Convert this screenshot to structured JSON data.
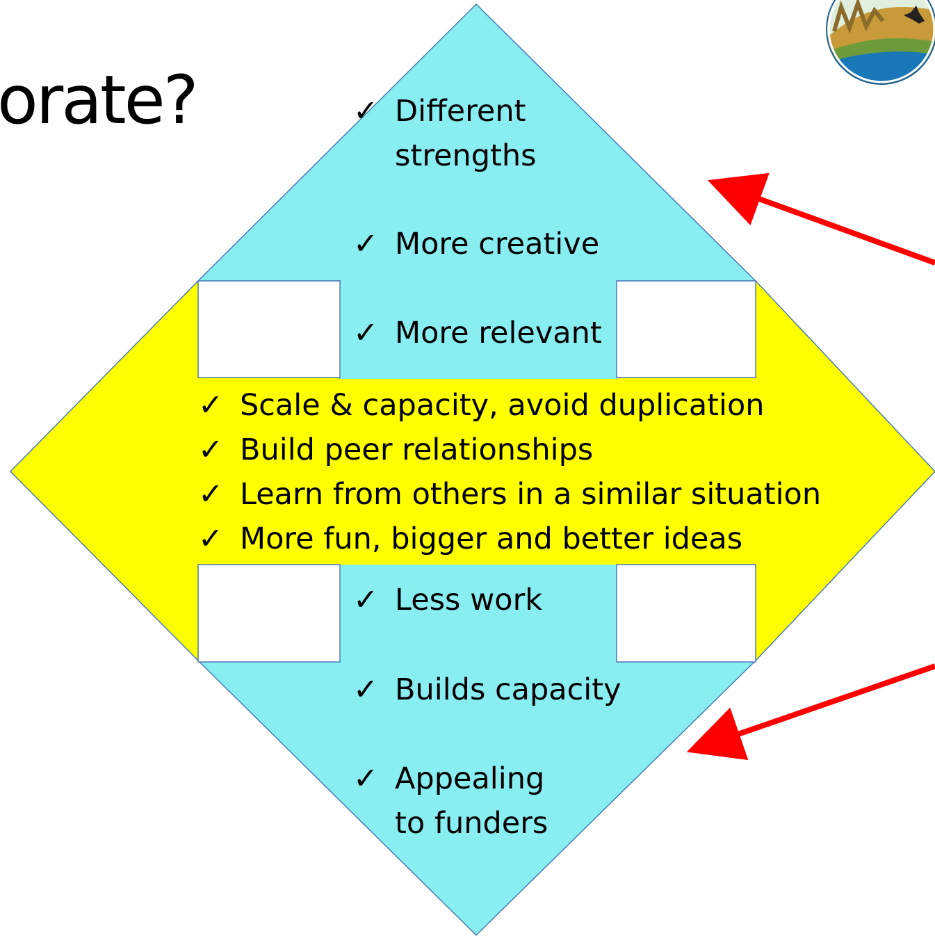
{
  "title": "orate?",
  "check_mark": "✓",
  "top_benefits": [
    {
      "text": "Different strengths"
    },
    {
      "text": "More creative"
    },
    {
      "text": "More relevant"
    }
  ],
  "middle_benefits": [
    {
      "text": "Scale & capacity, avoid duplication"
    },
    {
      "text": "Build peer relationships"
    },
    {
      "text": "Learn from others in a similar situation"
    },
    {
      "text": "More fun, bigger and better ideas"
    }
  ],
  "bottom_benefits": [
    {
      "text": "Less work"
    },
    {
      "text": "Builds capacity"
    },
    {
      "text": "Appealing to funders"
    }
  ],
  "colors": {
    "cyan": "#88eef2",
    "yellow": "#ffff00",
    "arrow": "#ff0000",
    "outline": "#4a7ab5"
  },
  "logo": {
    "icon": "kangaroo-landscape-logo"
  }
}
